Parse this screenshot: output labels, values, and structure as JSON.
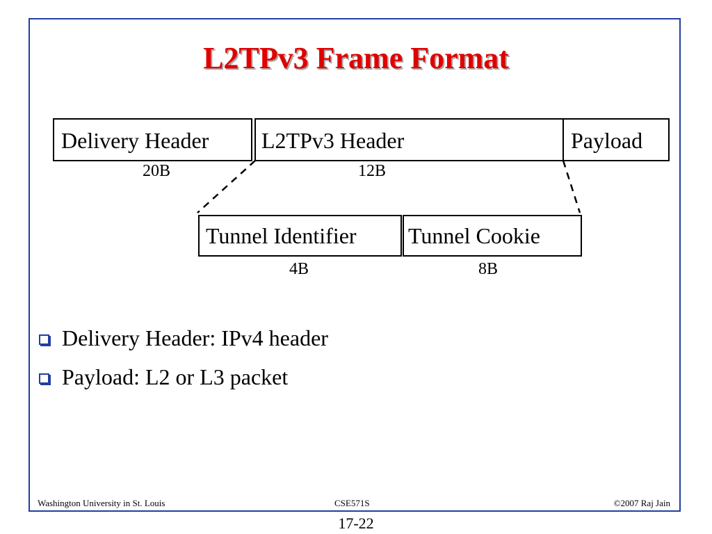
{
  "title": "L2TPv3 Frame Format",
  "top_row": {
    "fields": [
      {
        "label": "Delivery Header",
        "size": "20B"
      },
      {
        "label": "L2TPv3 Header",
        "size": "12B"
      },
      {
        "label": "Payload",
        "size": ""
      }
    ]
  },
  "detail_row": {
    "fields": [
      {
        "label": "Tunnel Identifier",
        "size": "4B"
      },
      {
        "label": "Tunnel Cookie",
        "size": "8B"
      }
    ]
  },
  "bullets": [
    "Delivery Header: IPv4 header",
    "Payload: L2 or L3 packet"
  ],
  "footer": {
    "left": "Washington University in St. Louis",
    "center": "CSE571S",
    "right": "©2007 Raj Jain"
  },
  "page_number": "17-22",
  "colors": {
    "title": "#e00000",
    "frame": "#1f3f9f"
  }
}
